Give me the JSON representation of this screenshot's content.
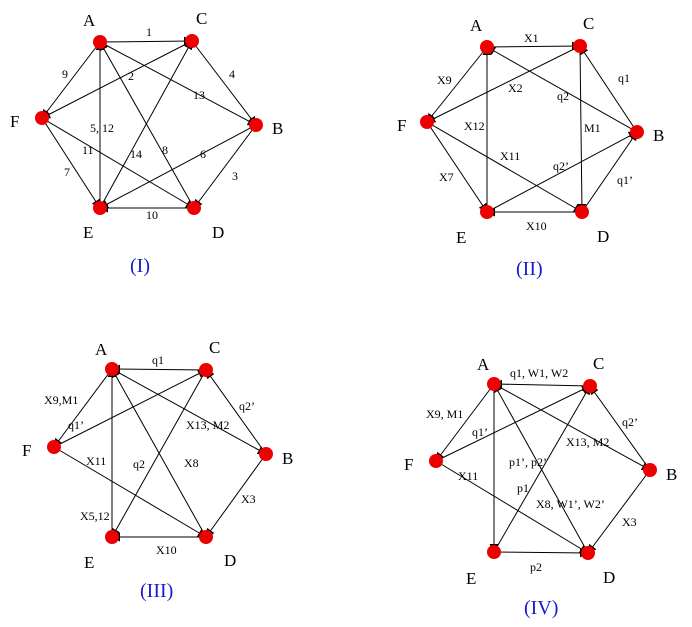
{
  "panels": [
    {
      "caption": "(I)",
      "node_labels": [
        "A",
        "C",
        "B",
        "D",
        "E",
        "F"
      ],
      "edge_labels": [
        "1",
        "2",
        "13",
        "4",
        "3",
        "10",
        "9",
        "7",
        "5, 12",
        "11",
        "14",
        "8",
        "6"
      ]
    },
    {
      "caption": "(II)",
      "node_labels": [
        "A",
        "C",
        "B",
        "D",
        "E",
        "F"
      ],
      "edge_labels": [
        "X1",
        "X9",
        "X2",
        "q2",
        "q1",
        "X12",
        "M1",
        "X11",
        "q2’",
        "X7",
        "q1’",
        "X10"
      ]
    },
    {
      "caption": "(III)",
      "node_labels": [
        "A",
        "C",
        "B",
        "D",
        "E",
        "F"
      ],
      "edge_labels": [
        "q1",
        "X9,M1",
        "q2’",
        "q1’",
        "X13, M2",
        "X11",
        "q2",
        "X8",
        "X3",
        "X5,12",
        "X10"
      ]
    },
    {
      "caption": "(IV)",
      "node_labels": [
        "A",
        "C",
        "B",
        "D",
        "E",
        "F"
      ],
      "edge_labels": [
        "q1, W1, W2",
        "X9, M1",
        "q2’",
        "q1’",
        "X13, M2",
        "p1’, p2’",
        "X11",
        "p1",
        "X8, W1’, W2’",
        "X3",
        "p2"
      ]
    }
  ]
}
